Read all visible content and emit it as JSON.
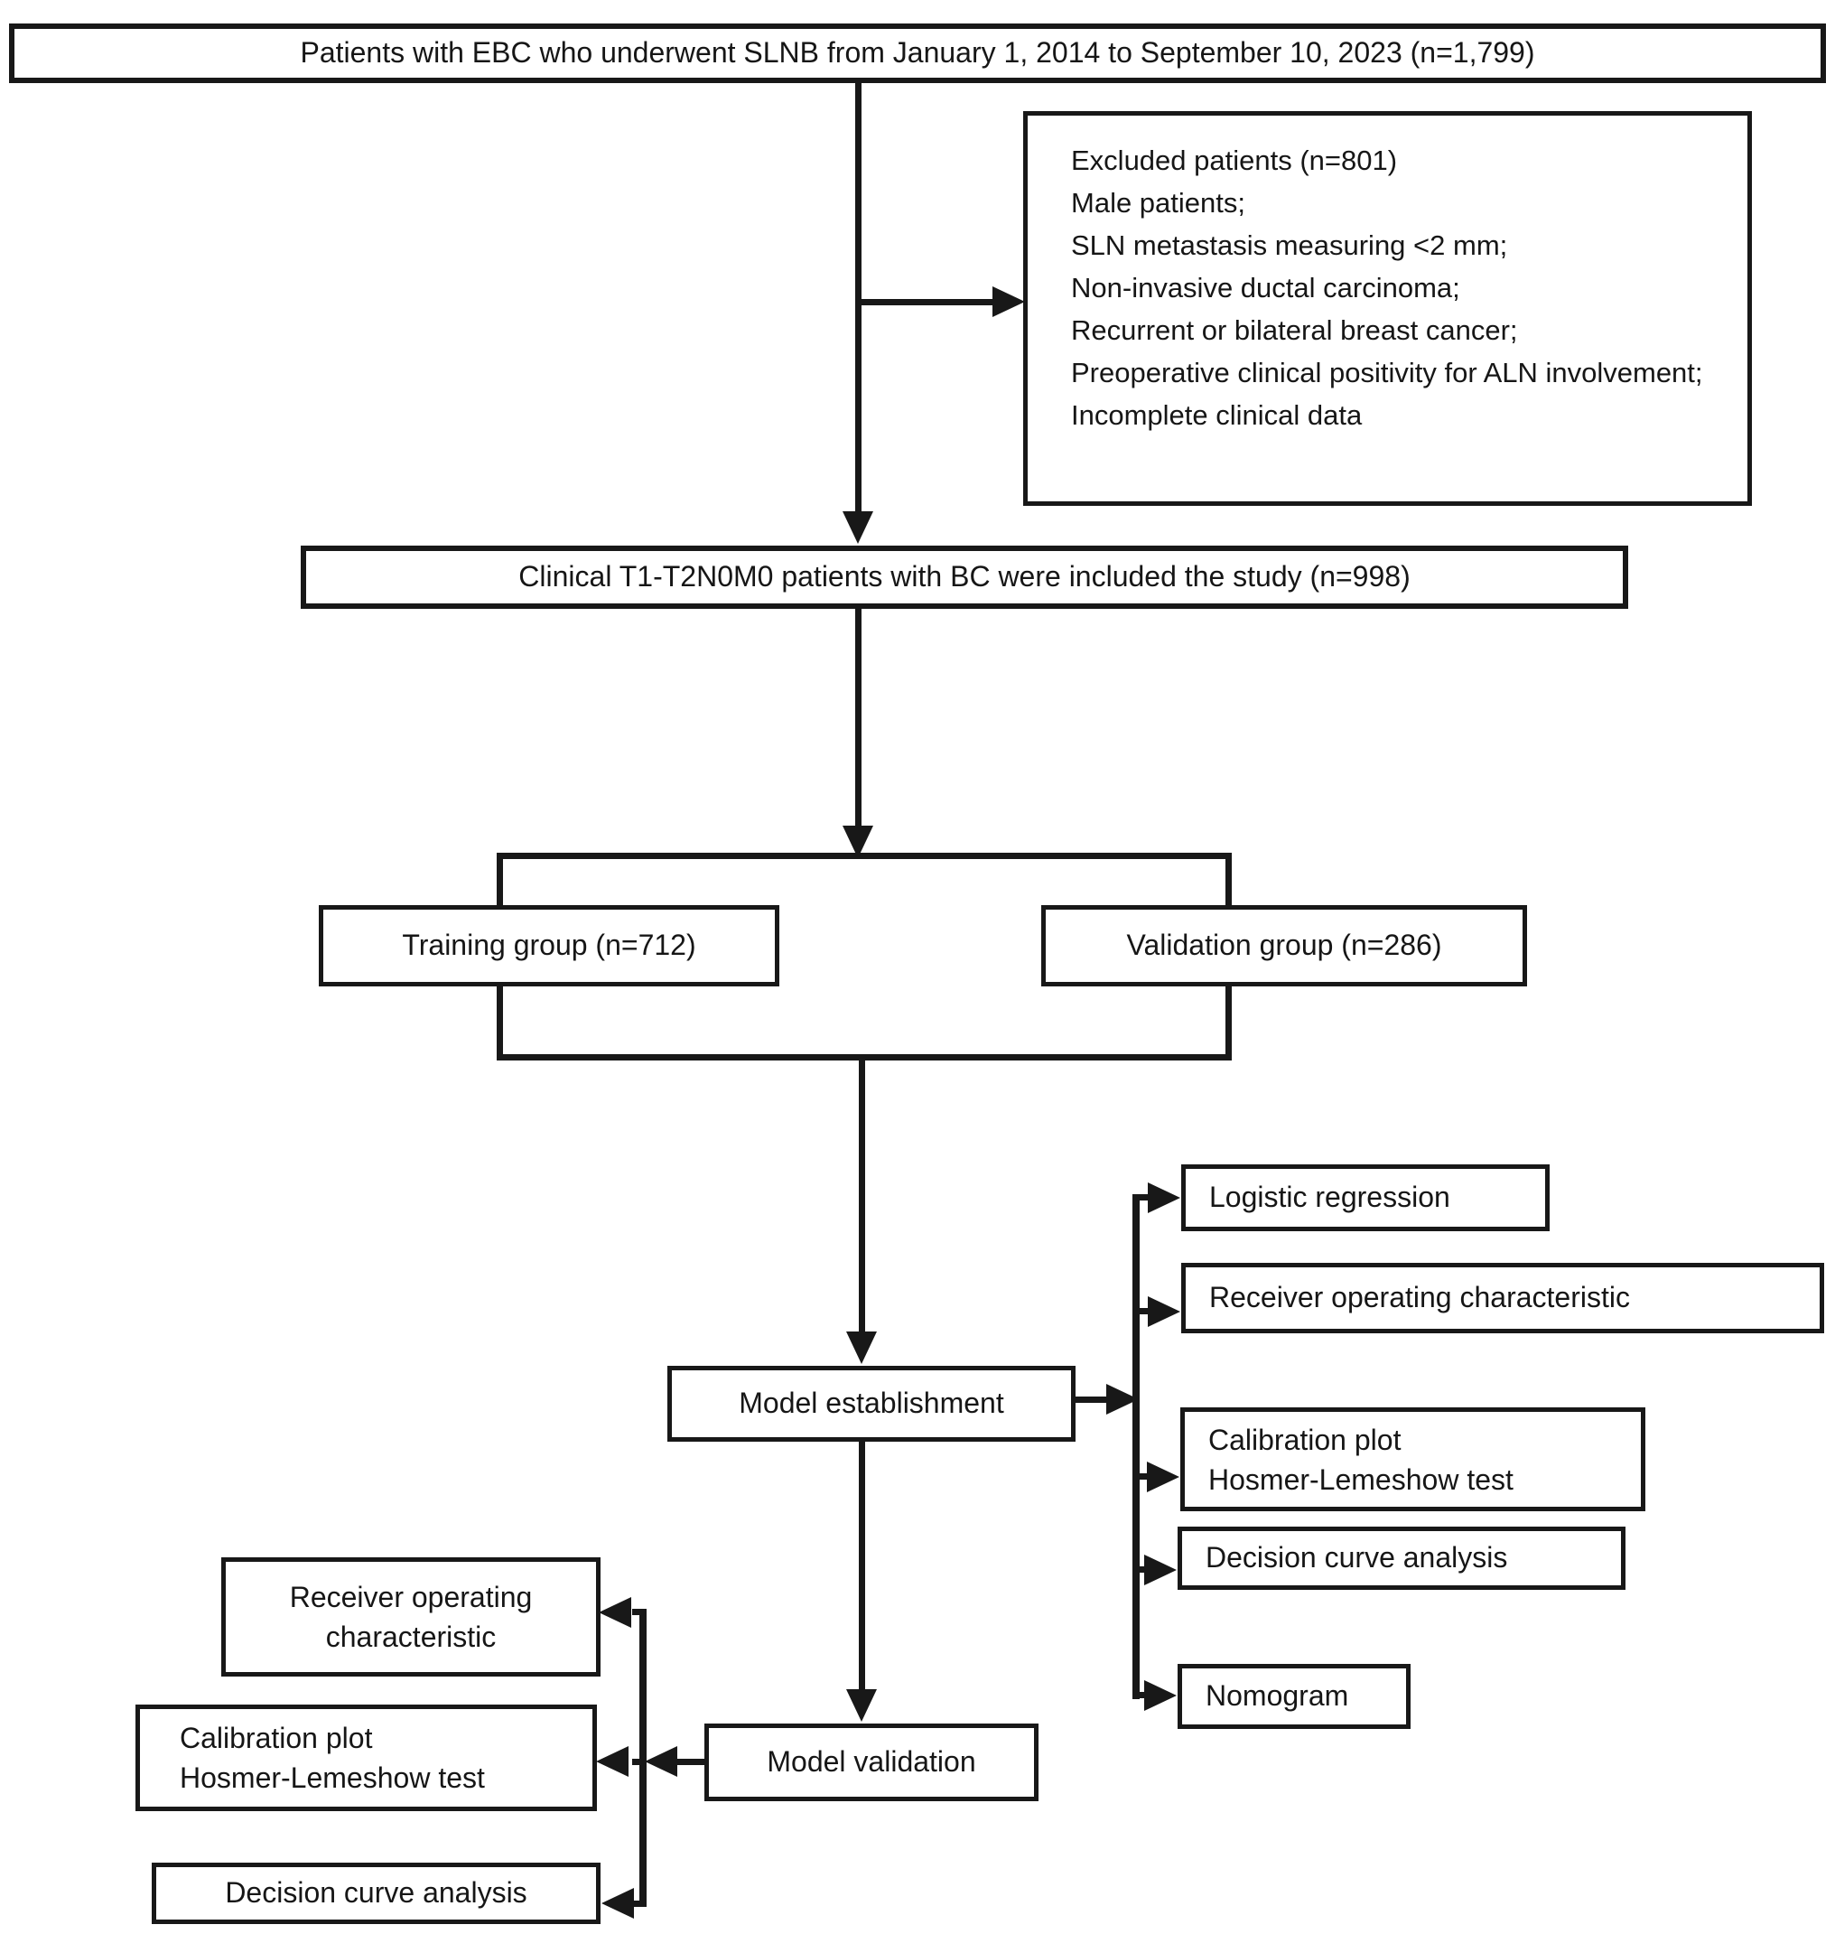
{
  "diagram": {
    "background": "#ffffff",
    "line_color": "#181818",
    "box_fill": "#ffffff",
    "nodes": {
      "enrollment": "Patients with EBC who underwent SLNB from January 1, 2014 to September 10, 2023 (n=1,799)",
      "excluded": {
        "lines": [
          "Excluded patients (n=801)",
          "Male patients;",
          "SLN metastasis measuring <2 mm;",
          "Non-invasive ductal carcinoma;",
          "Recurrent or bilateral breast cancer;",
          "Preoperative clinical positivity for ALN involvement;",
          "Incomplete clinical data"
        ]
      },
      "included": "Clinical T1-T2N0M0 patients with BC were included the study (n=998)",
      "training_group": "Training group (n=712)",
      "validation_group": "Validation group (n=286)",
      "model_establishment": "Model establishment",
      "logistic_regression": "Logistic regression",
      "roc_right": "Receiver operating characteristic",
      "calibration_right": [
        "Calibration plot",
        "Hosmer-Lemeshow test"
      ],
      "decision_right": "Decision curve analysis",
      "nomogram": "Nomogram",
      "model_validation": "Model validation",
      "roc_left": [
        "Receiver operating",
        "characteristic"
      ],
      "calibration_left": [
        "Calibration plot",
        "Hosmer-Lemeshow test"
      ],
      "decision_left": "Decision curve analysis"
    }
  }
}
